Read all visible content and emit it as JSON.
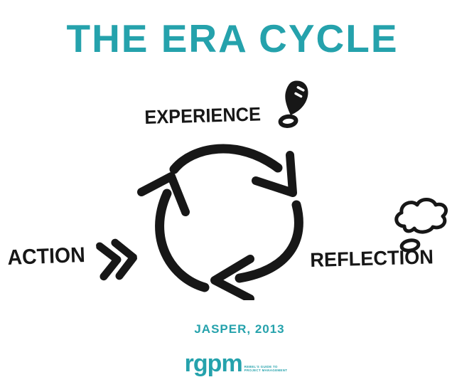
{
  "colors": {
    "accent_teal": "#25A2AC",
    "ink_black": "#171717",
    "background": "#FFFFFF"
  },
  "title": "THE ERA CYCLE",
  "cycle": {
    "type": "cycle-diagram",
    "direction": "clockwise",
    "arrow_count": 3,
    "stages": [
      {
        "label": "EXPERIENCE",
        "icon": "exclamation-mark-icon",
        "position": "top"
      },
      {
        "label": "REFLECTION",
        "icon": "thought-cloud-icon",
        "position": "right"
      },
      {
        "label": "ACTION",
        "icon": "double-chevron-icon",
        "position": "left"
      }
    ]
  },
  "attribution": "JASPER, 2013",
  "logo": {
    "wordmark": "rgpm",
    "tagline_line1": "REBEL'S GUIDE TO",
    "tagline_line2": "PROJECT MANAGEMENT"
  }
}
